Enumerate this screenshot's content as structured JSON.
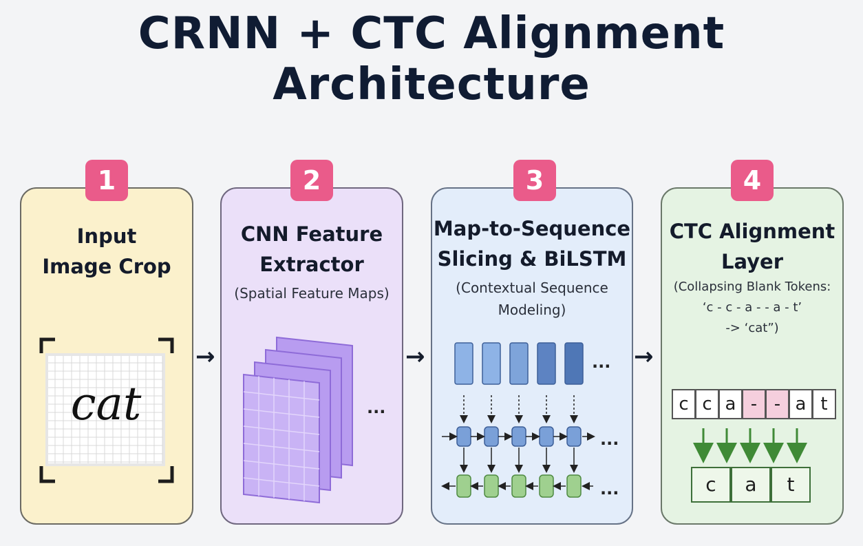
{
  "title": "CRNN + CTC Alignment Architecture",
  "steps": [
    {
      "number": "1",
      "heading": [
        "Input",
        "Image Crop"
      ],
      "sub": [],
      "color": "#fbf1cc"
    },
    {
      "number": "2",
      "heading": [
        "CNN Feature",
        "Extractor"
      ],
      "sub": [
        "(Spatial Feature Maps)"
      ],
      "color": "#ebe0f9"
    },
    {
      "number": "3",
      "heading": [
        "Map-to-Sequence",
        "Slicing & BiLSTM"
      ],
      "sub": [
        "(Contextual Sequence",
        "Modeling)"
      ],
      "color": "#e3edfa"
    },
    {
      "number": "4",
      "heading": [
        "CTC Alignment",
        "Layer"
      ],
      "sub": [
        "(Collapsing Blank Tokens:",
        "‘c - c - a - - a - t’",
        "-> ‘cat”)"
      ],
      "color": "#e5f3e3"
    }
  ],
  "input_word": "cat",
  "ctc_tokens": [
    "c",
    "c",
    "a",
    "-",
    "-",
    "a",
    "t"
  ],
  "ctc_output": [
    "c",
    "a",
    "t"
  ],
  "ellipsis": "...",
  "arrow": "→",
  "colors": {
    "badge": "#ea5b8a",
    "feature_map": "#b89cf0",
    "lstm_top": "#7aa0d8",
    "lstm_bottom": "#9fd08f",
    "ctc_arrow": "#3f8a36",
    "blank_token": "#f5cfdd"
  }
}
